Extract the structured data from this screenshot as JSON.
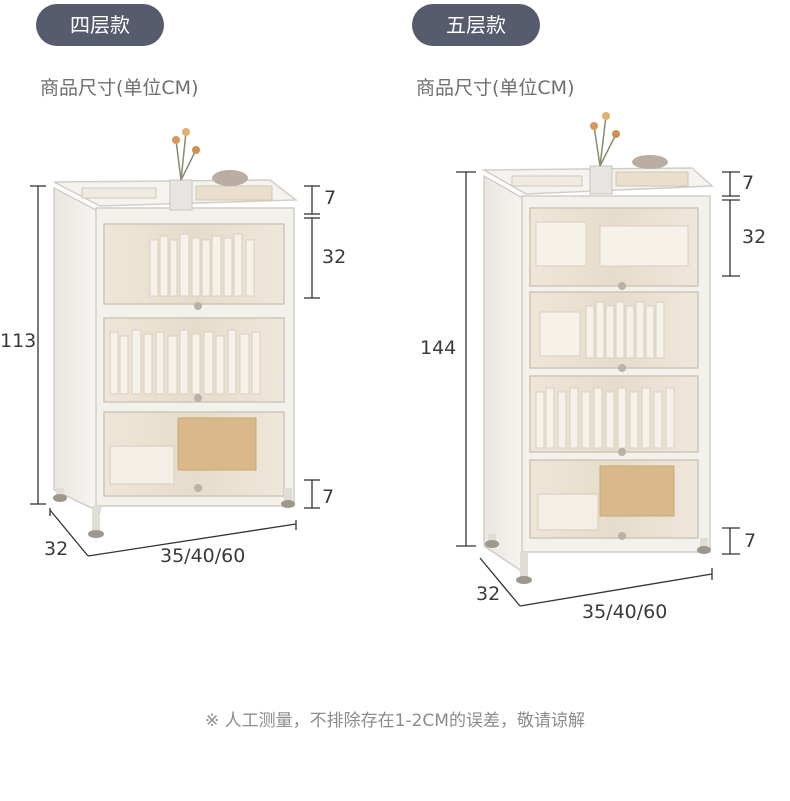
{
  "left": {
    "badge": "四层款",
    "subtitle": "商品尺寸(单位CM)",
    "height_total": "113",
    "top_gap": "7",
    "door_height": "32",
    "bottom_gap": "7",
    "depth": "32",
    "width": "35/40/60"
  },
  "right": {
    "badge": "五层款",
    "subtitle": "商品尺寸(单位CM)",
    "height_total": "144",
    "top_gap": "7",
    "door_height": "32",
    "bottom_gap": "7",
    "depth": "32",
    "width": "35/40/60"
  },
  "note": "※ 人工测量，不排除存在1-2CM的误差，敬请谅解",
  "colors": {
    "badge_bg": "#565b6d",
    "frame": "#ece9e3",
    "door_tint": "#e7ddcf",
    "dim_line": "#333333"
  }
}
